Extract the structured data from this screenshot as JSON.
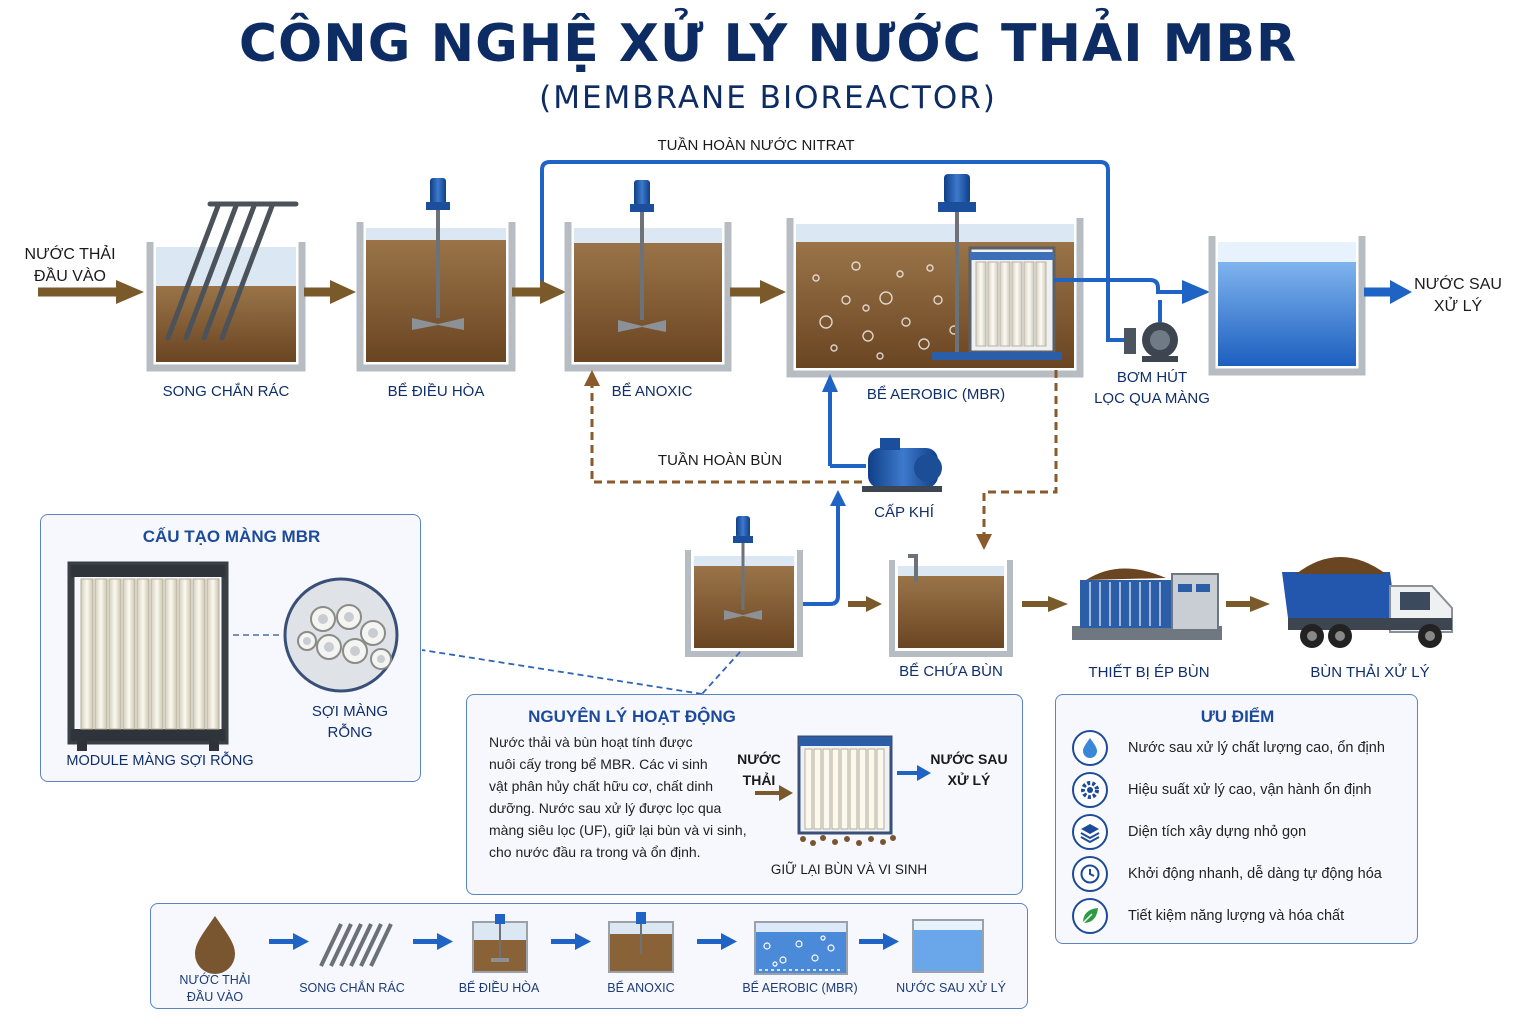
{
  "title": "CÔNG NGHỆ XỬ LÝ NƯỚC THẢI MBR",
  "subtitle": "(MEMBRANE BIOREACTOR)",
  "process": {
    "inlet": [
      "NƯỚC THẢI",
      "ĐẦU VÀO"
    ],
    "outlet": [
      "NƯỚC SAU",
      "XỬ LÝ"
    ],
    "nitrate_recycle": "TUẦN HOÀN NƯỚC NITRAT",
    "sludge_recycle": "TUẦN HOÀN BÙN",
    "units": {
      "screen": "SONG CHẮN RÁC",
      "equalization": "BỂ ĐIỀU HÒA",
      "anoxic": "BỂ ANOXIC",
      "aerobic": "BỂ AEROBIC (MBR)",
      "pump": [
        "BƠM HÚT",
        "LỌC QUA MÀNG"
      ],
      "blower": "CẤP KHÍ",
      "sludge_tank": "BỂ CHỨA BÙN",
      "filter_press": "THIẾT BỊ ÉP BÙN",
      "sludge_disposal": "BÙN THẢI XỬ LÝ"
    }
  },
  "structure_panel": {
    "title": "CẤU TẠO MÀNG MBR",
    "module_label": "MODULE MÀNG SỢI RỖNG",
    "fiber_label": [
      "SỢI MÀNG",
      "RỖNG"
    ]
  },
  "principle_panel": {
    "title": "NGUYÊN LÝ HOẠT ĐỘNG",
    "text": [
      "Nước thải và bùn hoạt tính được",
      "nuôi cấy trong bể MBR. Các vi sinh",
      "vật phân hủy chất hữu cơ, chất dinh",
      "dưỡng. Nước sau xử lý được lọc qua",
      "màng siêu lọc (UF), giữ lại bùn và vi sinh,",
      "cho nước đầu ra trong và ổn định."
    ],
    "in_label": [
      "NƯỚC",
      "THẢI"
    ],
    "out_label": [
      "NƯỚC SAU",
      "XỬ LÝ"
    ],
    "caption": "GIỮ LẠI BÙN VÀ VI SINH"
  },
  "advantages_panel": {
    "title": "ƯU ĐIỂM",
    "items": [
      {
        "icon": "water-drop-icon",
        "text": "Nước sau xử lý chất lượng cao, ổn định"
      },
      {
        "icon": "gear-icon",
        "text": "Hiệu suất xử lý cao, vận hành ổn định"
      },
      {
        "icon": "layers-icon",
        "text": "Diện tích xây dựng nhỏ gọn"
      },
      {
        "icon": "clock-icon",
        "text": "Khởi động nhanh, dễ dàng tự động hóa"
      },
      {
        "icon": "leaf-icon",
        "text": "Tiết kiệm năng lượng và hóa chất"
      }
    ]
  },
  "summary_strip": {
    "steps": [
      {
        "label": [
          "NƯỚC THẢI",
          "ĐẦU VÀO"
        ]
      },
      {
        "label": [
          "SONG CHẮN RÁC"
        ]
      },
      {
        "label": [
          "BỂ ĐIỀU HÒA"
        ]
      },
      {
        "label": [
          "BỂ ANOXIC"
        ]
      },
      {
        "label": [
          "BỂ AEROBIC (MBR)"
        ]
      },
      {
        "label": [
          "NƯỚC SAU XỬ LÝ"
        ]
      }
    ]
  },
  "colors": {
    "title": "#0d2c63",
    "sludge": "#7a5630",
    "water": "#3a7fd6",
    "flow_arrow_brown": "#7a5a2a",
    "flow_arrow_blue": "#1f63c4",
    "panel_border": "#5a83c2"
  }
}
